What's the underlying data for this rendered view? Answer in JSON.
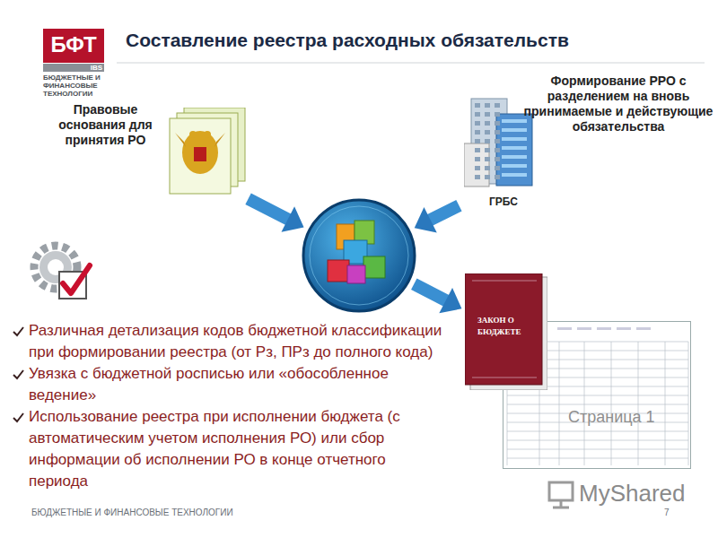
{
  "diagram": {
    "title": "Составление реестра расходных обязательств",
    "nodes": [
      {
        "text": [
          "Правовые основания для принятия РО"
        ]
      },
      {
        "text": [
          "Формирование РРО с разделением на вновь принимаемые и действующие обязательства",
          "ГРБС"
        ]
      },
      {
        "text": []
      },
      {
        "text": [
          "ЗАКОН О БЮДЖЕТЕ"
        ]
      },
      {
        "text": [
          "Страница 1"
        ]
      }
    ],
    "edges": [
      {
        "from": 0,
        "to": 2,
        "arrow": "to"
      },
      {
        "from": 1,
        "to": 2,
        "arrow": "to"
      },
      {
        "from": 2,
        "to": 3,
        "arrow": "to"
      }
    ],
    "labels": [
      "БФТ",
      "IBS",
      "БЮДЖЕТНЫЕ И ФИНАНСОВЫЕ ТЕХНОЛОГИИ",
      "Различная детализация кодов бюджетной классификации при формировании реестра (от Рз, ПРз до полного кода)",
      "Увязка с бюджетной росписью или «обособленное ведение»",
      "Использование реестра при исполнении бюджета (с автоматическим учетом исполнения РО) или сбор информации об исполнении РО в конце отчетного периода",
      "БЮДЖЕТНЫЕ И ФИНАНСОВЫЕ ТЕХНОЛОГИИ",
      "7",
      "MyShared"
    ]
  }
}
